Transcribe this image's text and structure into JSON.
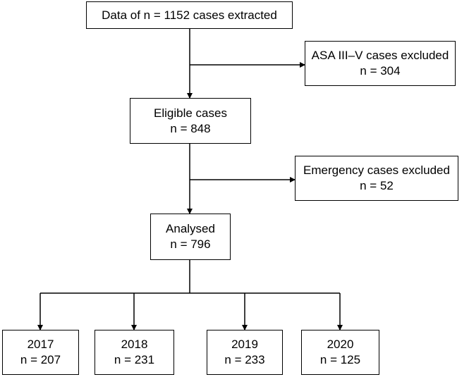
{
  "flowchart": {
    "extracted": {
      "line1": "Data of n = 1152 cases extracted"
    },
    "excluded_asa": {
      "line1": "ASA III–V cases excluded",
      "line2": "n = 304"
    },
    "eligible": {
      "line1": "Eligible cases",
      "line2": "n = 848"
    },
    "excluded_emergency": {
      "line1": "Emergency cases excluded",
      "line2": "n = 52"
    },
    "analysed": {
      "line1": "Analysed",
      "line2": "n = 796"
    },
    "years": [
      {
        "year": "2017",
        "count": "n = 207"
      },
      {
        "year": "2018",
        "count": "n = 231"
      },
      {
        "year": "2019",
        "count": "n = 233"
      },
      {
        "year": "2020",
        "count": "n = 125"
      }
    ]
  }
}
